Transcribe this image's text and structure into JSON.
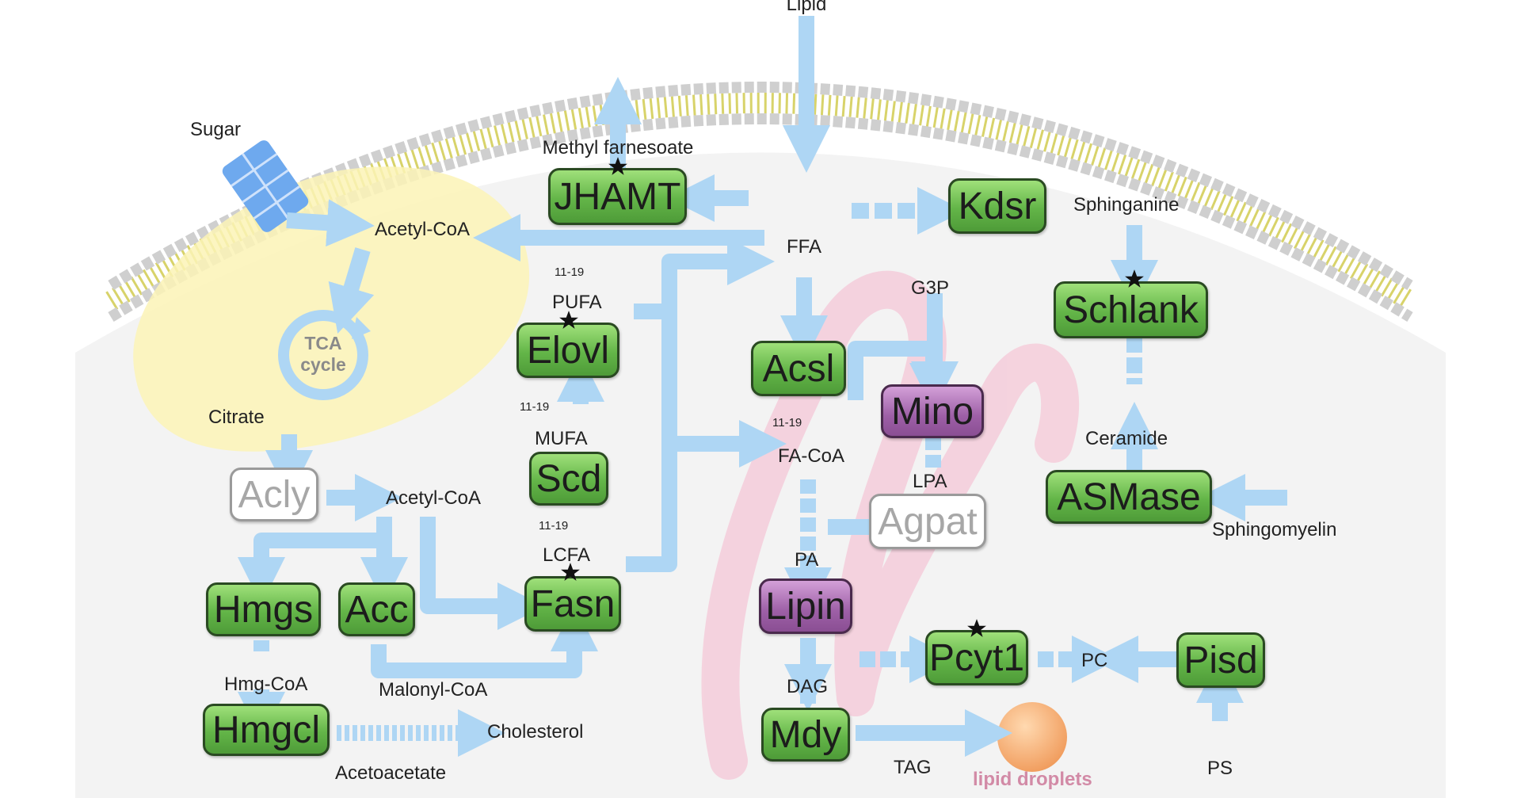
{
  "labels": {
    "lipid": "Lipid",
    "sugar": "Sugar",
    "acetyl_coa_top": "Acetyl-CoA",
    "methyl_farnesoate": "Methyl farnesoate",
    "ffa": "FFA",
    "sphinganine": "Sphinganine",
    "g3p": "G3P",
    "pufa": "PUFA",
    "tca_line1": "TCA",
    "tca_line2": "cycle",
    "citrate": "Citrate",
    "mufa": "MUFA",
    "fa_coa": "FA-CoA",
    "lpa": "LPA",
    "ceramide": "Ceramide",
    "acetyl_coa_mid": "Acetyl-CoA",
    "sphingomyelin": "Sphingomyelin",
    "lcfa": "LCFA",
    "pa": "PA",
    "hmg_coa": "Hmg-CoA",
    "malonyl_coa": "Malonyl-CoA",
    "pc": "PC",
    "dag": "DAG",
    "cholesterol": "Cholesterol",
    "acetoacetate": "Acetoacetate",
    "tag": "TAG",
    "lipid_droplets": "lipid droplets",
    "ps": "PS"
  },
  "chain_lengths": {
    "pufa": "11-19",
    "mufa": "11-19",
    "fa_coa": "11-19",
    "lcfa": "11-19"
  },
  "enzymes": {
    "jhamt": "JHAMT",
    "kdsr": "Kdsr",
    "schlank": "Schlank",
    "elovl": "Elovl",
    "acsl": "Acsl",
    "mino": "Mino",
    "scd": "Scd",
    "acly": "Acly",
    "asmase": "ASMase",
    "agpat": "Agpat",
    "hmgs": "Hmgs",
    "acc": "Acc",
    "fasn": "Fasn",
    "lipin": "Lipin",
    "pcyt1": "Pcyt1",
    "pisd": "Pisd",
    "hmgcl": "Hmgcl",
    "mdy": "Mdy"
  },
  "colors": {
    "arrow": "#aed6f4",
    "green_enzyme": "#63b548",
    "purple_enzyme": "#9d5fa6",
    "mitochondrion": "#fbf3b6",
    "er": "#f5cfdc",
    "membrane_head": "#c9c9c9",
    "membrane_tail": "#d8d36a",
    "transporter": "#6ea9ee",
    "droplet": "#f3b27a"
  },
  "icons": {
    "star": "star-icon",
    "transporter": "sugar-transporter-icon",
    "droplet": "lipid-droplet-icon"
  }
}
